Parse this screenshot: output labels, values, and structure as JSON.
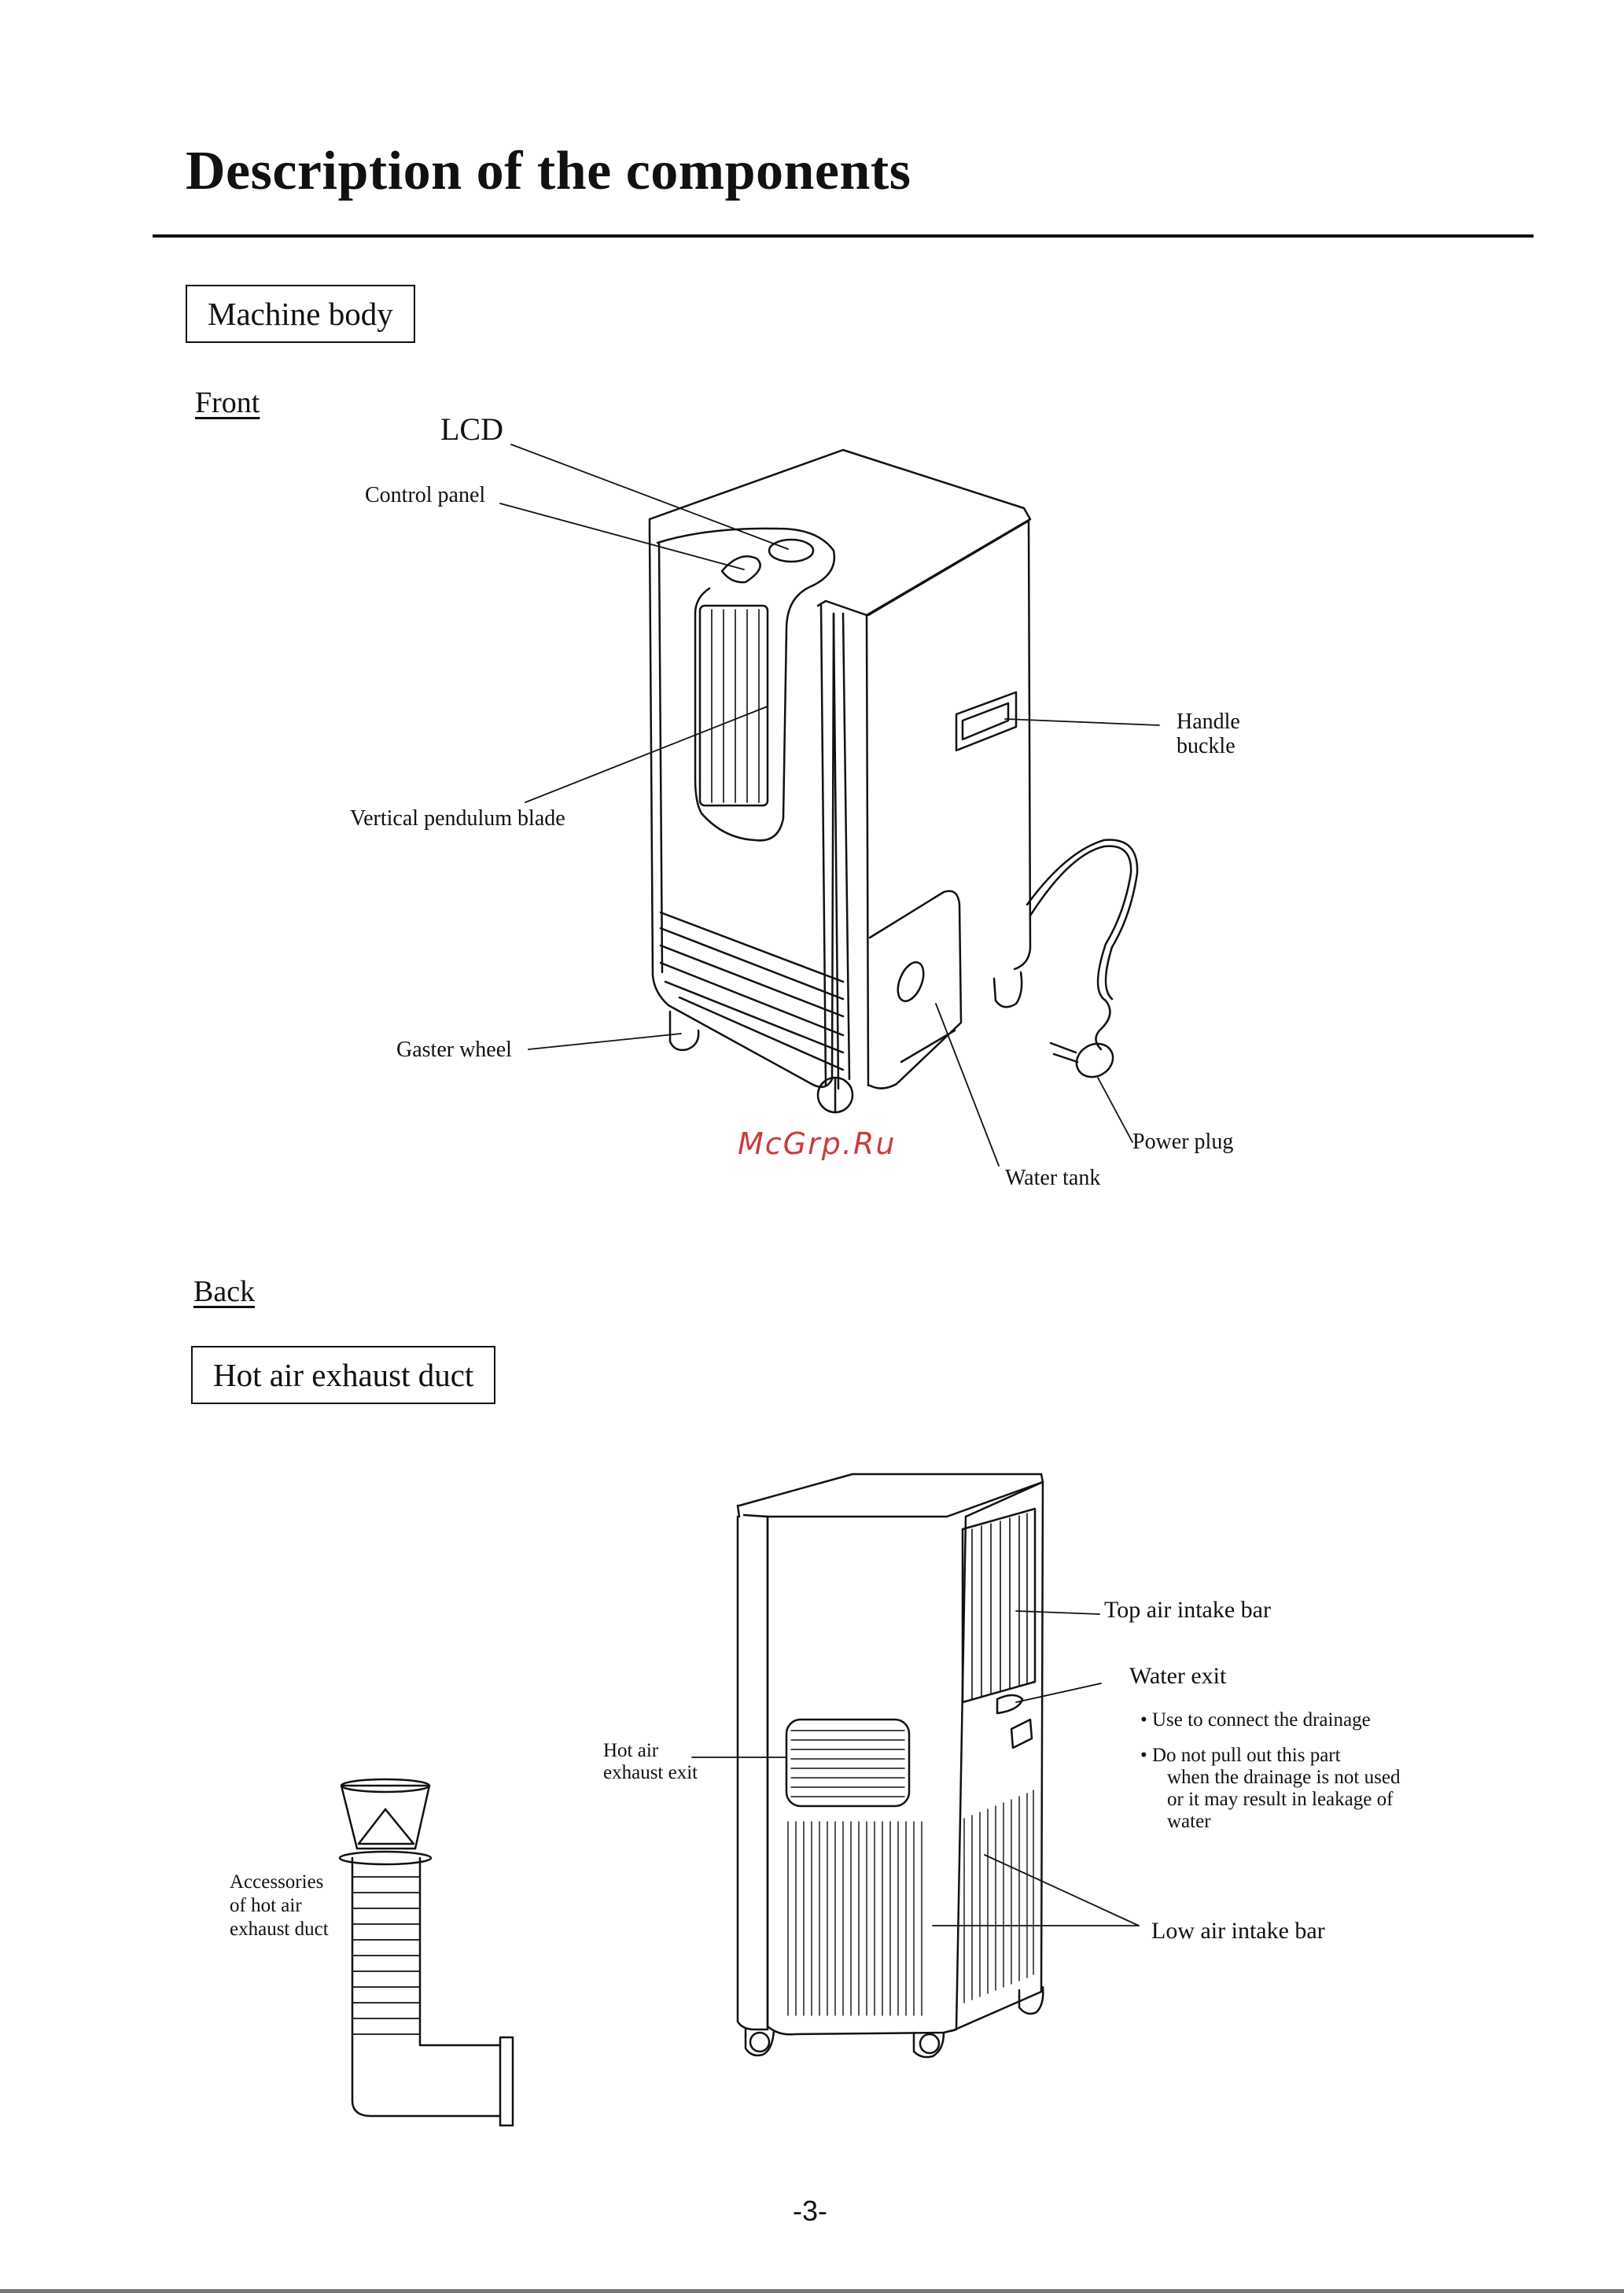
{
  "page": {
    "title": "Description of the components",
    "page_number": "-3-",
    "watermark": "McGrp.Ru"
  },
  "machine_body": {
    "box_label": "Machine body",
    "front_label": "Front",
    "labels": {
      "lcd": "LCD",
      "control_panel": "Control panel",
      "handle_buckle": [
        "Handle",
        "buckle"
      ],
      "vertical_pendulum_blade": "Vertical pendulum blade",
      "gaster_wheel": "Gaster wheel",
      "power_plug": "Power plug",
      "water_tank": "Water tank"
    }
  },
  "back": {
    "back_label": "Back",
    "box_label": "Hot air exhaust duct",
    "labels": {
      "top_air_intake_bar": "Top air intake bar",
      "water_exit": "Water exit",
      "water_exit_notes": [
        "• Use to connect the drainage",
        "• Do not pull out this part",
        "when the drainage is not used",
        "or it may result in leakage of",
        "water"
      ],
      "hot_air_exhaust_exit": [
        "Hot air",
        "exhaust exit"
      ],
      "accessories": [
        "Accessories",
        "of hot air",
        "exhaust duct"
      ],
      "low_air_intake_bar": "Low air intake bar"
    }
  }
}
